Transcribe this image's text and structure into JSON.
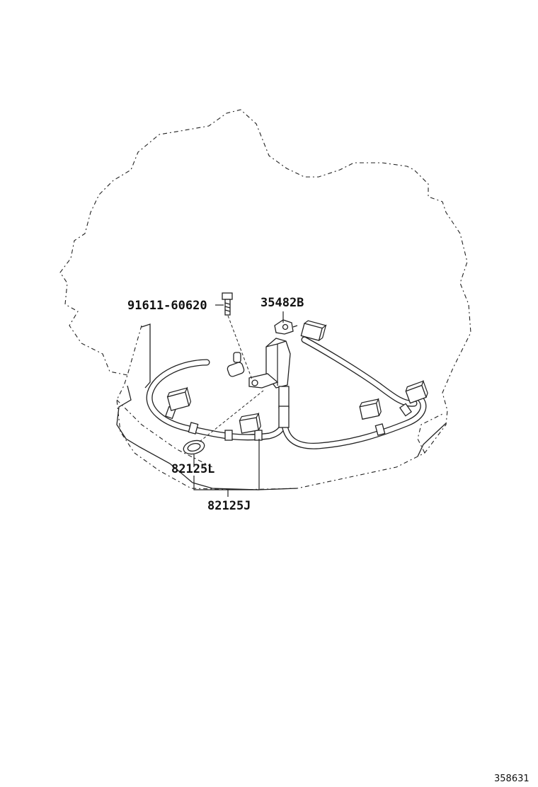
{
  "labels": {
    "bolt": "91611-60620",
    "bracket": "35482B",
    "oring": "82125L",
    "harness": "82125J"
  },
  "figure_number": "358631"
}
